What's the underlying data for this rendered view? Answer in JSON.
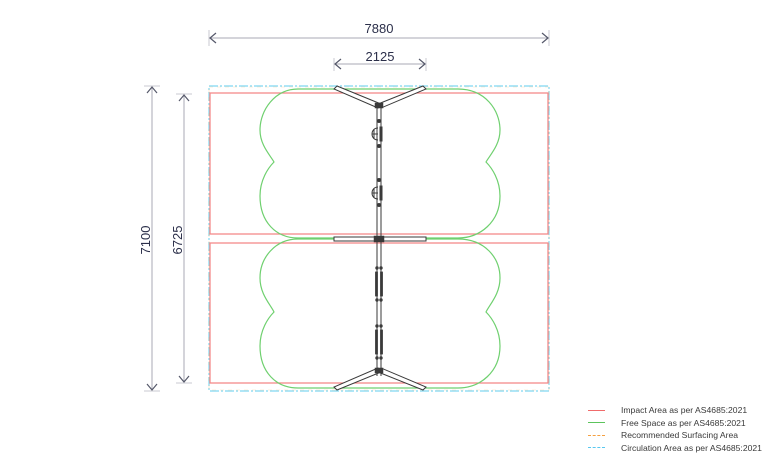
{
  "dimensions": {
    "overall_width": "7880",
    "frame_width": "2125",
    "overall_length": "7100",
    "impact_length": "6725"
  },
  "legend": {
    "items": [
      {
        "label": "Impact Area as per AS4685:2021",
        "color": "#f06b6b",
        "style": "solid"
      },
      {
        "label": "Free Space as per AS4685:2021",
        "color": "#5cc45c",
        "style": "solid"
      },
      {
        "label": "Recommended Surfacing Area",
        "color": "#f5a040",
        "style": "dashed"
      },
      {
        "label": "Circulation Area as per AS4685:2021",
        "color": "#58c8f0",
        "style": "dash-dot"
      }
    ]
  },
  "colors": {
    "impact": "#f48a8a",
    "free_space": "#6fd06f",
    "circulation": "#7fd8f2",
    "dimension_line": "#9a9aa8",
    "structure": "#3a3a3a"
  }
}
